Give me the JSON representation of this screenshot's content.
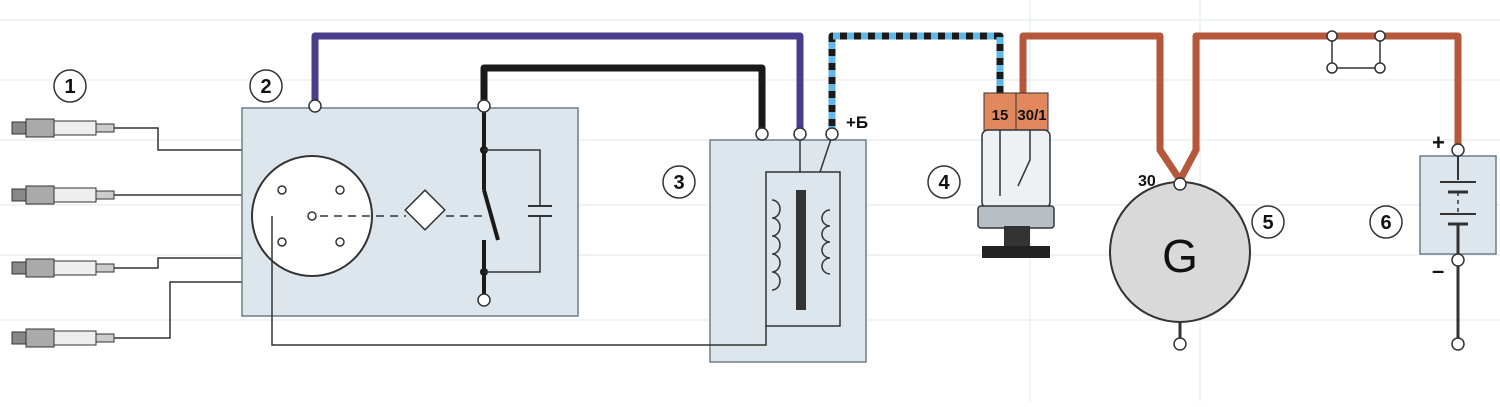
{
  "labels": {
    "n1": "1",
    "n2": "2",
    "n3": "3",
    "n4": "4",
    "n5": "5",
    "n6": "6",
    "plus_b": "+Б",
    "term_15": "15",
    "term_30_1": "30/1",
    "term_30": "30",
    "gen_g": "G",
    "bat_plus": "+",
    "bat_minus": "–"
  },
  "colors": {
    "panel_fill": "#dde6ec",
    "panel_stroke": "#6f7f8a",
    "wire_black": "#1a1a1a",
    "wire_purple": "#4a3d8c",
    "wire_blue_stripe": "#5fb8e6",
    "wire_brown": "#b5573a",
    "terminal_fill": "#e2885f"
  }
}
